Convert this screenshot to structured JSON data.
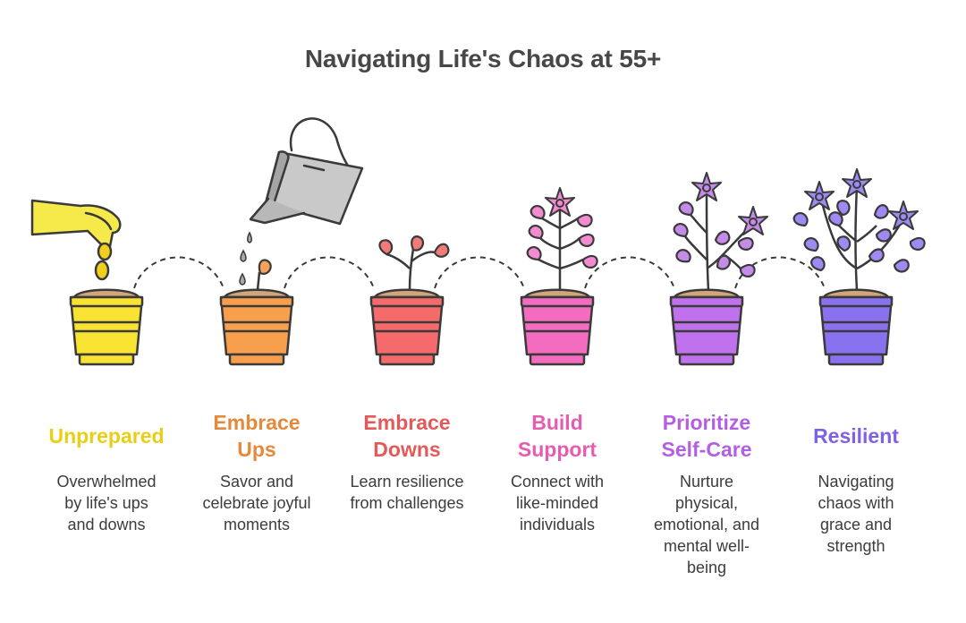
{
  "title": "Navigating Life's Chaos at 55+",
  "steps": [
    {
      "title": "Unprepared",
      "desc": "Overwhelmed\nby life's ups\nand downs",
      "color": "#e8cf17",
      "pot": "#f9e332"
    },
    {
      "title": "Embrace\nUps",
      "desc": "Savor and\ncelebrate joyful\nmoments",
      "color": "#e58a3a",
      "pot": "#f79f4d"
    },
    {
      "title": "Embrace\nDowns",
      "desc": "Learn resilience\nfrom challenges",
      "color": "#e35a59",
      "pot": "#f56b6b"
    },
    {
      "title": "Build\nSupport",
      "desc": "Connect with\nlike-minded\nindividuals",
      "color": "#e45db0",
      "pot": "#f46cc0"
    },
    {
      "title": "Prioritize\nSelf-Care",
      "desc": "Nurture\nphysical,\nemotional, and\nmental well-\nbeing",
      "color": "#b45fe0",
      "pot": "#c072ee"
    },
    {
      "title": "Resilient",
      "desc": "Navigating\nchaos with\ngrace and\nstrength",
      "color": "#7d62e6",
      "pot": "#8a71f0"
    }
  ]
}
